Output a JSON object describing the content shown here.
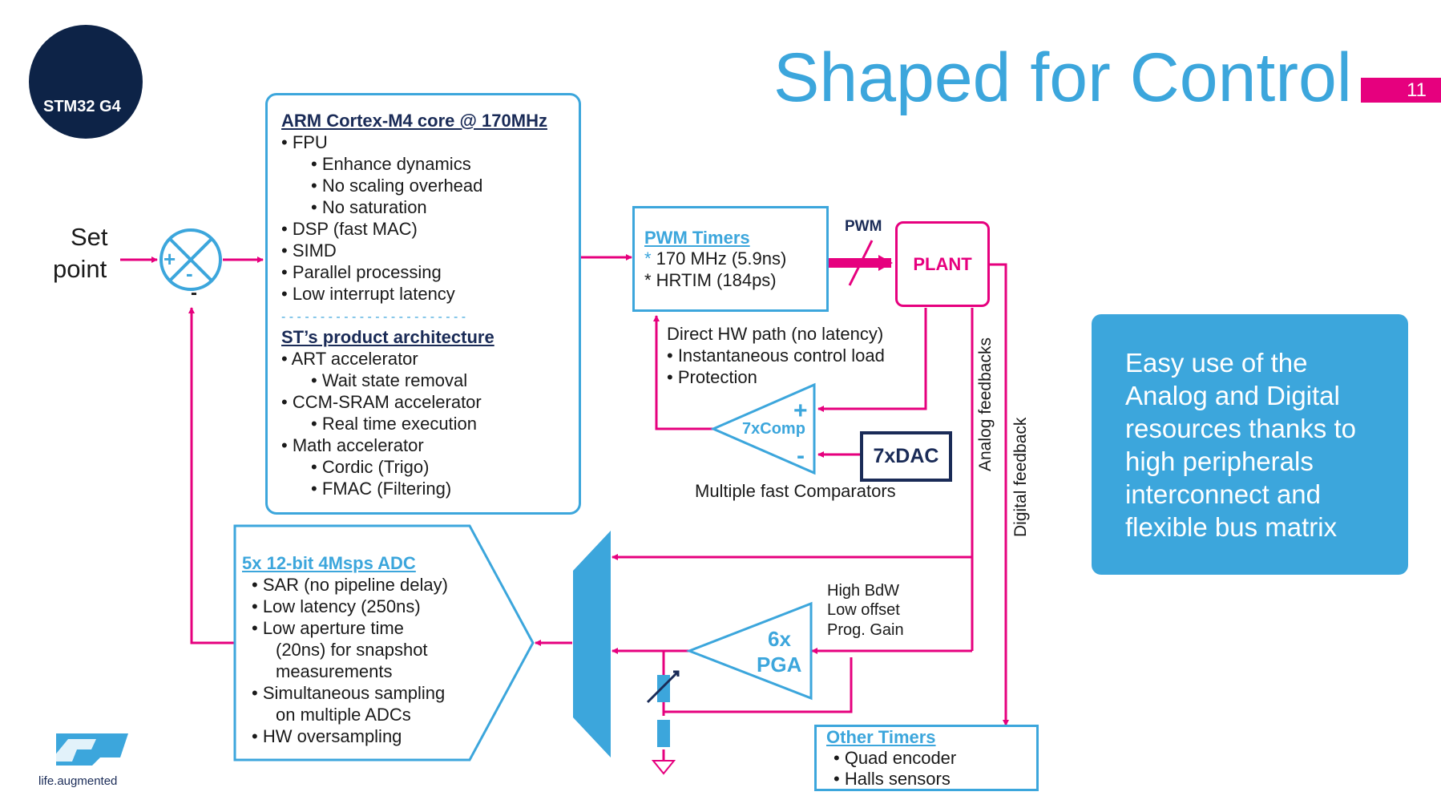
{
  "title": "Shaped for Control",
  "page_number": "11",
  "logo": {
    "badge_text": "STM32 G4",
    "brand_tagline": "life.augmented"
  },
  "setpoint": {
    "line1": "Set",
    "line2": "point"
  },
  "summing_junction": {
    "plus": "+",
    "minus": "-",
    "feedback_minus": "-"
  },
  "cpu_box": {
    "heading": "ARM Cortex-M4 core @ 170MHz",
    "items": [
      "• FPU",
      "• Enhance dynamics",
      "• No scaling overhead",
      "• No saturation",
      "•  DSP (fast MAC)",
      "•  SIMD",
      "• Parallel processing",
      "• Low interrupt latency"
    ],
    "divider": "- - - - - - - - - - - - - - - - - - - - - - - -",
    "heading2": "ST’s product architecture",
    "items2": [
      "•      ART accelerator",
      "• Wait state removal",
      "•      CCM-SRAM accelerator",
      "• Real time execution",
      "•      Math accelerator",
      "• Cordic (Trigo)",
      "• FMAC (Filtering)"
    ]
  },
  "pwm_box": {
    "heading": "PWM Timers",
    "bullet1_star": "*",
    "line1": " 170 MHz (5.9ns)",
    "line2": "* HRTIM (184ps)"
  },
  "pwm_label": "PWM",
  "plant_label": "PLANT",
  "direct_path": {
    "line1": "Direct HW path (no latency)",
    "line2": "•       Instantaneous control load",
    "line3": "•       Protection"
  },
  "comparator": {
    "label": "7xComp",
    "plus": "+",
    "minus": "-",
    "caption": "Multiple fast Comparators"
  },
  "dac_label": "7xDAC",
  "analog_feedbacks": "Analog feedbacks",
  "digital_feedback": "Digital feedback",
  "adc_box": {
    "heading": "5x 12-bit 4Msps ADC",
    "items": [
      "•     SAR (no pipeline delay)",
      "•     Low latency (250ns)",
      "•     Low aperture time",
      "(20ns) for snapshot",
      "measurements",
      "•     Simultaneous sampling",
      "on multiple ADCs",
      "•     HW oversampling"
    ]
  },
  "pga": {
    "line1": "6x",
    "line2": "PGA",
    "note1": "High BdW",
    "note2": "Low offset",
    "note3": "Prog. Gain"
  },
  "other_timers": {
    "heading": "Other Timers",
    "item1": "• Quad encoder",
    "item2": "• Halls sensors"
  },
  "callout": {
    "text": "Easy use of the Analog and Digital resources thanks to high peripherals interconnect and flexible bus matrix"
  },
  "colors": {
    "accent_blue": "#3ca6dc",
    "magenta": "#e6007e",
    "navy": "#1a2b57"
  }
}
